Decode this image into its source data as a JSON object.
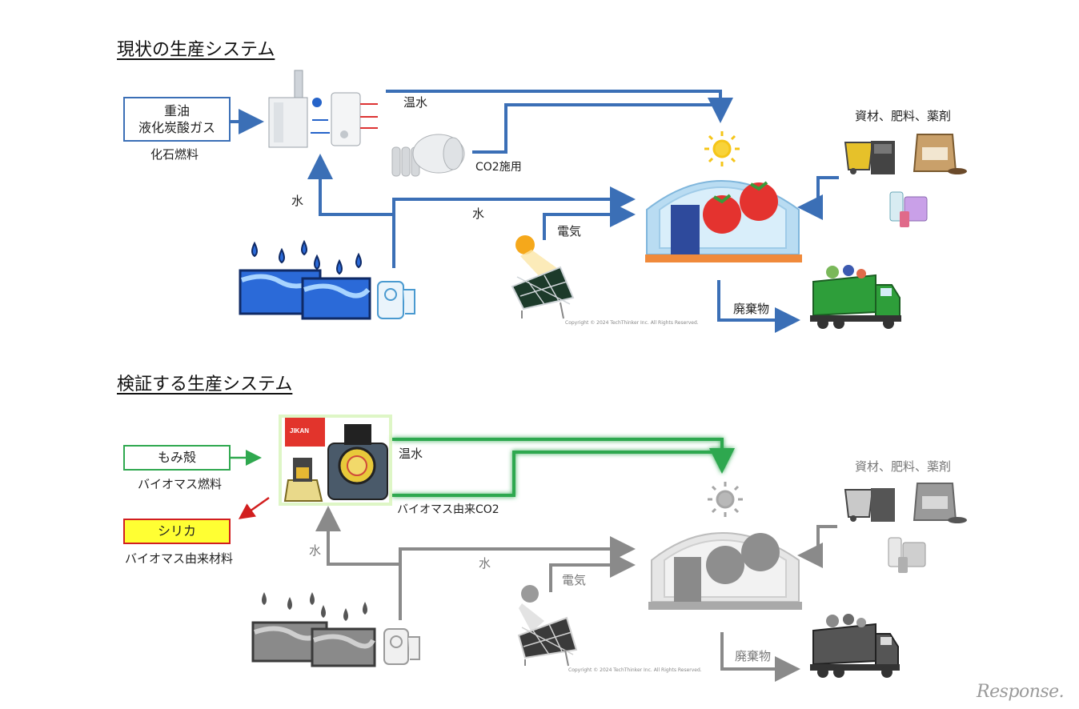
{
  "section_current": {
    "title": "現状の生産システム"
  },
  "section_verify": {
    "title": "検証する生産システム"
  },
  "current": {
    "fuel_box_line1": "重油",
    "fuel_box_line2": "液化炭酸ガス",
    "fuel_caption": "化石燃料",
    "hot_water": "温水",
    "co2_apply": "CO2施用",
    "water_left": "水",
    "water_mid": "水",
    "electricity": "電気",
    "materials": "資材、肥料、薬剤",
    "waste": "廃棄物",
    "copyright": "Copyright © 2024 TechThinker Inc. All Rights Reserved."
  },
  "verify": {
    "husk_box": "もみ殻",
    "husk_caption": "バイオマス燃料",
    "silica_box": "シリカ",
    "silica_caption": "バイオマス由来材料",
    "hot_water": "温水",
    "bio_co2": "バイオマス由来CO2",
    "water_left": "水",
    "water_mid": "水",
    "electricity": "電気",
    "materials": "資材、肥料、薬剤",
    "waste": "廃棄物",
    "copyright": "Copyright © 2024 TechThinker Inc. All Rights Reserved.",
    "jikan_logo": "JIKAN"
  },
  "watermark": "Response.",
  "colors": {
    "blue_arrow": "#3b6fb6",
    "green_arrow": "#2fa84f",
    "gray_arrow": "#8a8a8a",
    "red_arrow": "#d21f1f",
    "silica_fill": "#ffff33"
  }
}
